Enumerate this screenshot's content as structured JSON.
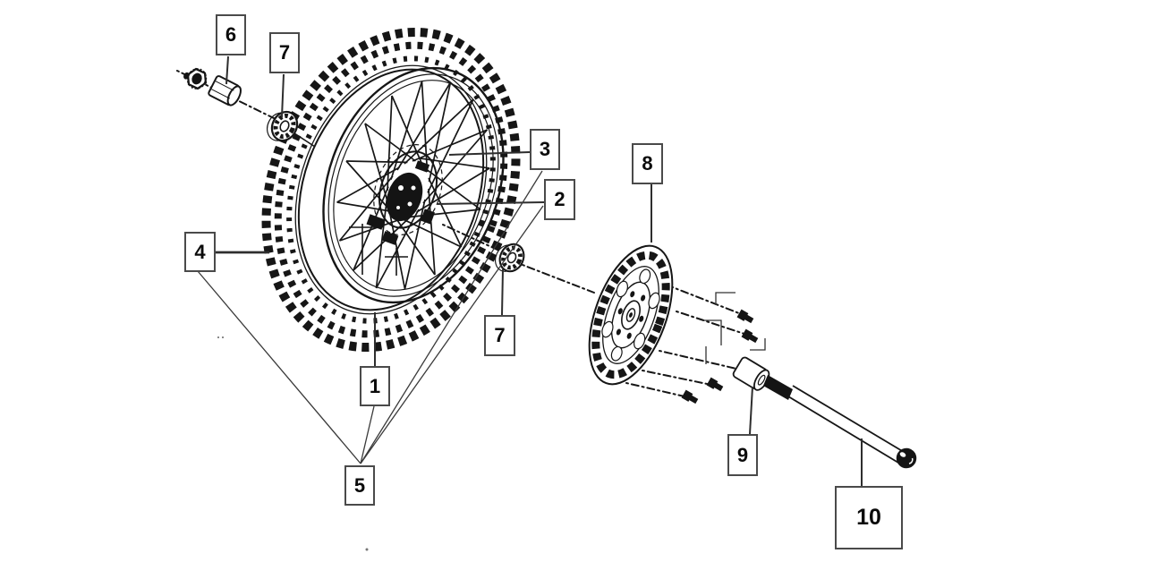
{
  "diagram": {
    "background_color": "#ffffff",
    "ink_color": "#161616",
    "callout_border_color": "#4a4a4a",
    "callout_text_color": "#0b0b0b",
    "callouts": [
      {
        "label": "6"
      },
      {
        "label": "7"
      },
      {
        "label": "3"
      },
      {
        "label": "2"
      },
      {
        "label": "8"
      },
      {
        "label": "7"
      },
      {
        "label": "4"
      },
      {
        "label": "1"
      },
      {
        "label": "5"
      },
      {
        "label": "9"
      },
      {
        "label": "10"
      }
    ]
  }
}
